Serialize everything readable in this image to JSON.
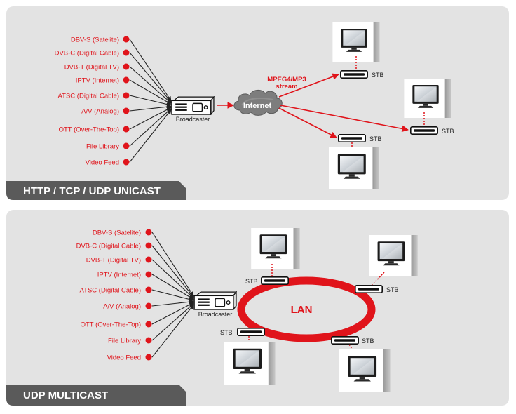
{
  "sources": [
    "DBV-S (Satelite)",
    "DVB-C (Digital Cable)",
    "DVB-T (Digital TV)",
    "IPTV (Internet)",
    "ATSC (Digital Cable)",
    "A/V (Analog)",
    "OTT (Over-The-Top)",
    "File Library",
    "Video Feed"
  ],
  "panels": {
    "unicast": {
      "banner": "HTTP / TCP / UDP UNICAST",
      "broadcaster": "Broadcaster",
      "cloud": "Internet",
      "stream_label_line1": "MPEG4/MP3",
      "stream_label_line2": "stream",
      "stb_label": "STB"
    },
    "multicast": {
      "banner": "UDP MULTICAST",
      "broadcaster": "Broadcaster",
      "lan": "LAN",
      "stb_label": "STB"
    }
  },
  "colors": {
    "accent_red": "#e0141b",
    "panel_bg": "#e3e3e3",
    "banner_bg": "#5a5a5a",
    "arrow_black": "#222222"
  },
  "icons": [
    "tv-icon",
    "set-top-box-icon",
    "broadcaster-icon",
    "cloud-icon",
    "lan-ring-icon",
    "red-dot-icon"
  ]
}
